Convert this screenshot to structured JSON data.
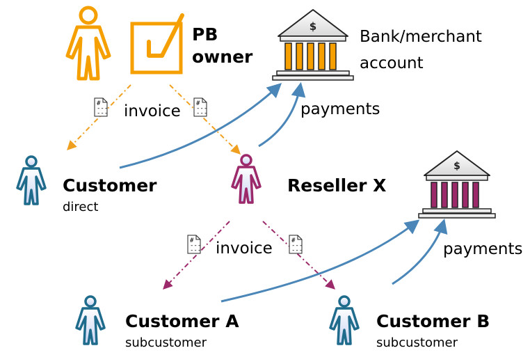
{
  "owner": {
    "title_line1": "PB",
    "title_line2": "owner"
  },
  "owner_bank": {
    "label_line1": "Bank/merchant",
    "label_line2": "account",
    "symbol": "$"
  },
  "top_invoice_label": "invoice",
  "top_payments_label": "payments",
  "customer_direct": {
    "name": "Customer",
    "subtitle": "direct"
  },
  "reseller": {
    "name": "Reseller X"
  },
  "reseller_bank": {
    "symbol": "$"
  },
  "bottom_invoice_label": "invoice",
  "bottom_payments_label": "payments",
  "customer_a": {
    "name": "Customer A",
    "subtitle": "subcustomer"
  },
  "customer_b": {
    "name": "Customer B",
    "subtitle": "subcustomer"
  },
  "invoice_doc_glyph": {
    "line1": "#",
    "line2": "---",
    "line3": "---"
  },
  "colors": {
    "owner": "#f5a000",
    "customer": "#1e6b8c",
    "reseller": "#9c2a6b",
    "payment_arrow": "#4a86b8",
    "owner_invoice_arrow": "#f0a020",
    "reseller_invoice_arrow": "#9c2a6b"
  },
  "icons": [
    "person-icon",
    "checkbox-icon",
    "bank-icon",
    "invoice-document-icon"
  ]
}
